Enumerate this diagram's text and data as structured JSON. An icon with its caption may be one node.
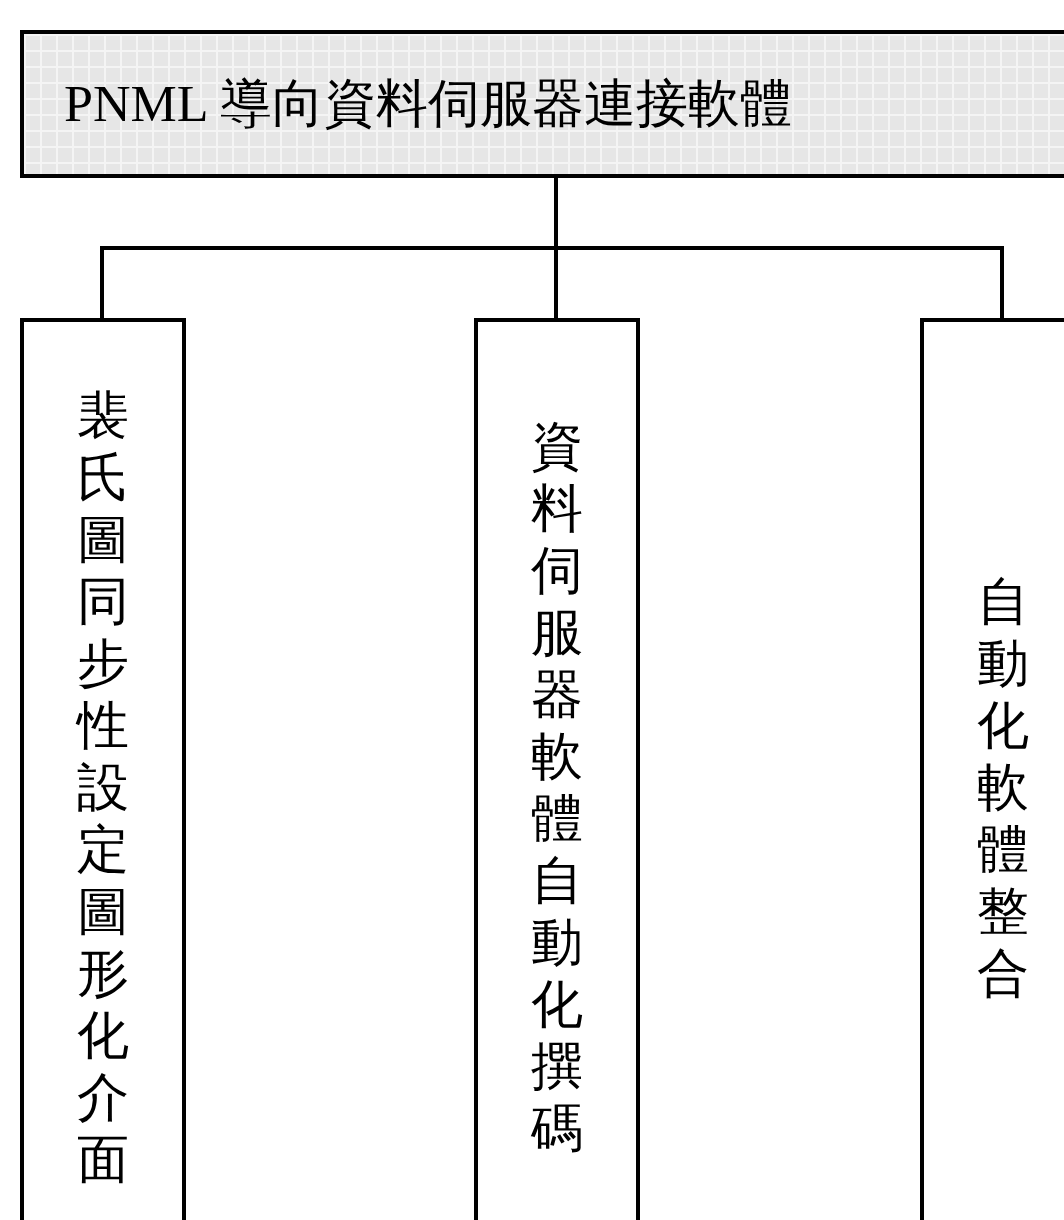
{
  "diagram": {
    "nodes": [
      {
        "text": [
          "PNML 導向資料伺服器連接軟體"
        ]
      },
      {
        "text": [
          "裴氏圖同步性設定圖形化介面"
        ]
      },
      {
        "text": [
          "資料伺服器軟體自動化撰碼"
        ]
      },
      {
        "text": [
          "自動化軟體整合"
        ]
      }
    ],
    "edges": [
      {
        "from": 0,
        "to": 1,
        "arrow": "none"
      },
      {
        "from": 0,
        "to": 2,
        "arrow": "none"
      },
      {
        "from": 0,
        "to": 3,
        "arrow": "none"
      }
    ]
  }
}
